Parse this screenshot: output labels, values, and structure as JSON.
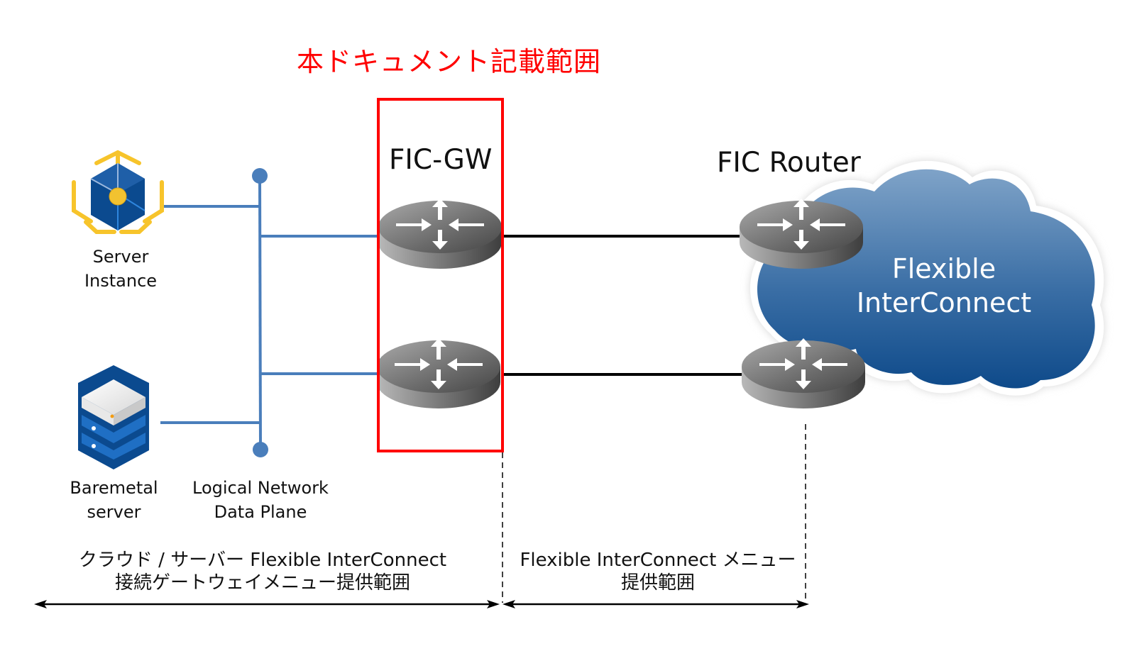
{
  "title": "本ドキュメント記載範囲",
  "colors": {
    "scope_highlight": "#ff0000",
    "network_line": "#4a7ebb",
    "link_line": "#000000",
    "cloud_top": "#7fa3c8",
    "cloud_bottom": "#0e4a8a",
    "icon_yellow": "#f7c42b",
    "icon_blue": "#0b4a8f"
  },
  "nodes": {
    "server_instance": {
      "icon": "server-instance-cube-icon",
      "label_line1": "Server",
      "label_line2": "Instance"
    },
    "baremetal_server": {
      "icon": "baremetal-server-stack-icon",
      "label_line1": "Baremetal",
      "label_line2": "server"
    },
    "logical_network": {
      "icon": "bus-line",
      "label_line1": "Logical Network",
      "label_line2": "Data Plane"
    },
    "fic_gw": {
      "label": "FIC-GW",
      "icon": "router-icon",
      "count": 2
    },
    "fic_router": {
      "label": "FIC Router",
      "icon": "router-icon",
      "count": 2
    },
    "cloud": {
      "icon": "cloud-icon",
      "label_line1": "Flexible",
      "label_line2": "InterConnect"
    }
  },
  "scopes": {
    "left": {
      "line1": "クラウド / サーバー Flexible InterConnect",
      "line2": "接続ゲートウェイメニュー提供範囲"
    },
    "right": {
      "line1": "Flexible InterConnect メニュー",
      "line2": "提供範囲"
    }
  }
}
